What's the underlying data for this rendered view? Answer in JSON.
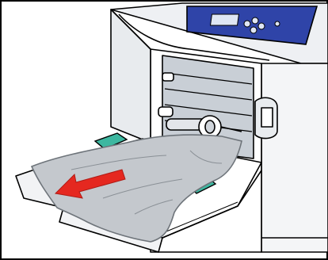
{
  "illustration": {
    "subject": "printer-paper-jam-removal",
    "colors": {
      "frame": "#000000",
      "printer_body": "#ffffff",
      "printer_shade": "#d9dde3",
      "interior": "#c9cfd6",
      "control_panel": "#2f44a8",
      "paper": "#c4c8cd",
      "paper_edge": "#6e747a",
      "guide": "#3db7a0",
      "arrow": "#e52820"
    },
    "icons": [
      "printer-icon",
      "jammed-paper",
      "pull-arrow-icon",
      "paper-guide",
      "control-panel"
    ]
  }
}
